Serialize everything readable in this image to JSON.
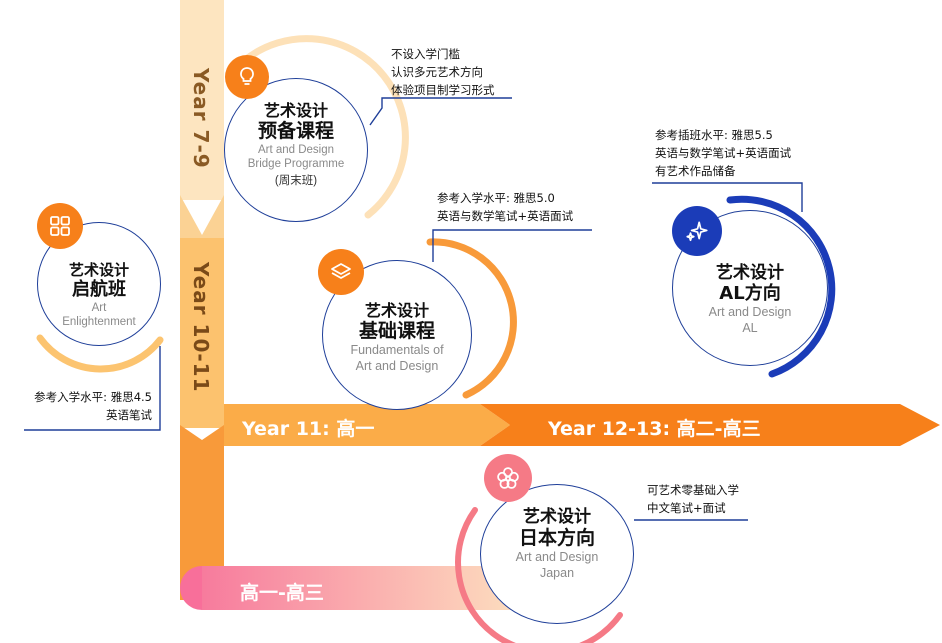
{
  "timeline": {
    "year79": "Year 7-9",
    "year1011": "Year 10-11",
    "year11": "Year 11: 高一",
    "year1213": "Year 12-13: 高二-高三",
    "gao": "高一-高三"
  },
  "courses": {
    "bridge": {
      "title1": "艺术设计",
      "title2": "预备课程",
      "en1": "Art and Design",
      "en2": "Bridge Programme",
      "note": "(周末班)",
      "icon": "lightbulb-icon"
    },
    "enlight": {
      "title1": "艺术设计",
      "title2": "启航班",
      "en1": "Art",
      "en2": "Enlightenment",
      "icon": "grid-icon"
    },
    "fund": {
      "title1": "艺术设计",
      "title2": "基础课程",
      "en1": "Fundamentals of",
      "en2": "Art and Design",
      "icon": "layers-icon"
    },
    "al": {
      "title1": "艺术设计",
      "title2": "AL方向",
      "en1": "Art and Design",
      "en2": "AL",
      "icon": "sparkle-icon"
    },
    "japan": {
      "title1": "艺术设计",
      "title2": "日本方向",
      "en1": "Art and Design",
      "en2": "Japan",
      "icon": "flower-icon"
    }
  },
  "notes": {
    "bridge": [
      "不设入学门槛",
      "认识多元艺术方向",
      "体验项目制学习形式"
    ],
    "al": [
      "参考插班水平: 雅思5.5",
      "英语与数学笔试+英语面试",
      "有艺术作品储备"
    ],
    "fund": [
      "参考入学水平: 雅思5.0",
      "英语与数学笔试+英语面试"
    ],
    "enlight": [
      "参考入学水平: 雅思4.5",
      "英语笔试"
    ],
    "japan": [
      "可艺术零基础入学",
      "中文笔试+面试"
    ]
  },
  "colors": {
    "orange": "#f7801a",
    "lightOrange": "#fcc470",
    "paleOrange": "#fde1b8",
    "pink": "#f57a86",
    "navy": "#1f3f99",
    "blue": "#1b3cb8"
  }
}
